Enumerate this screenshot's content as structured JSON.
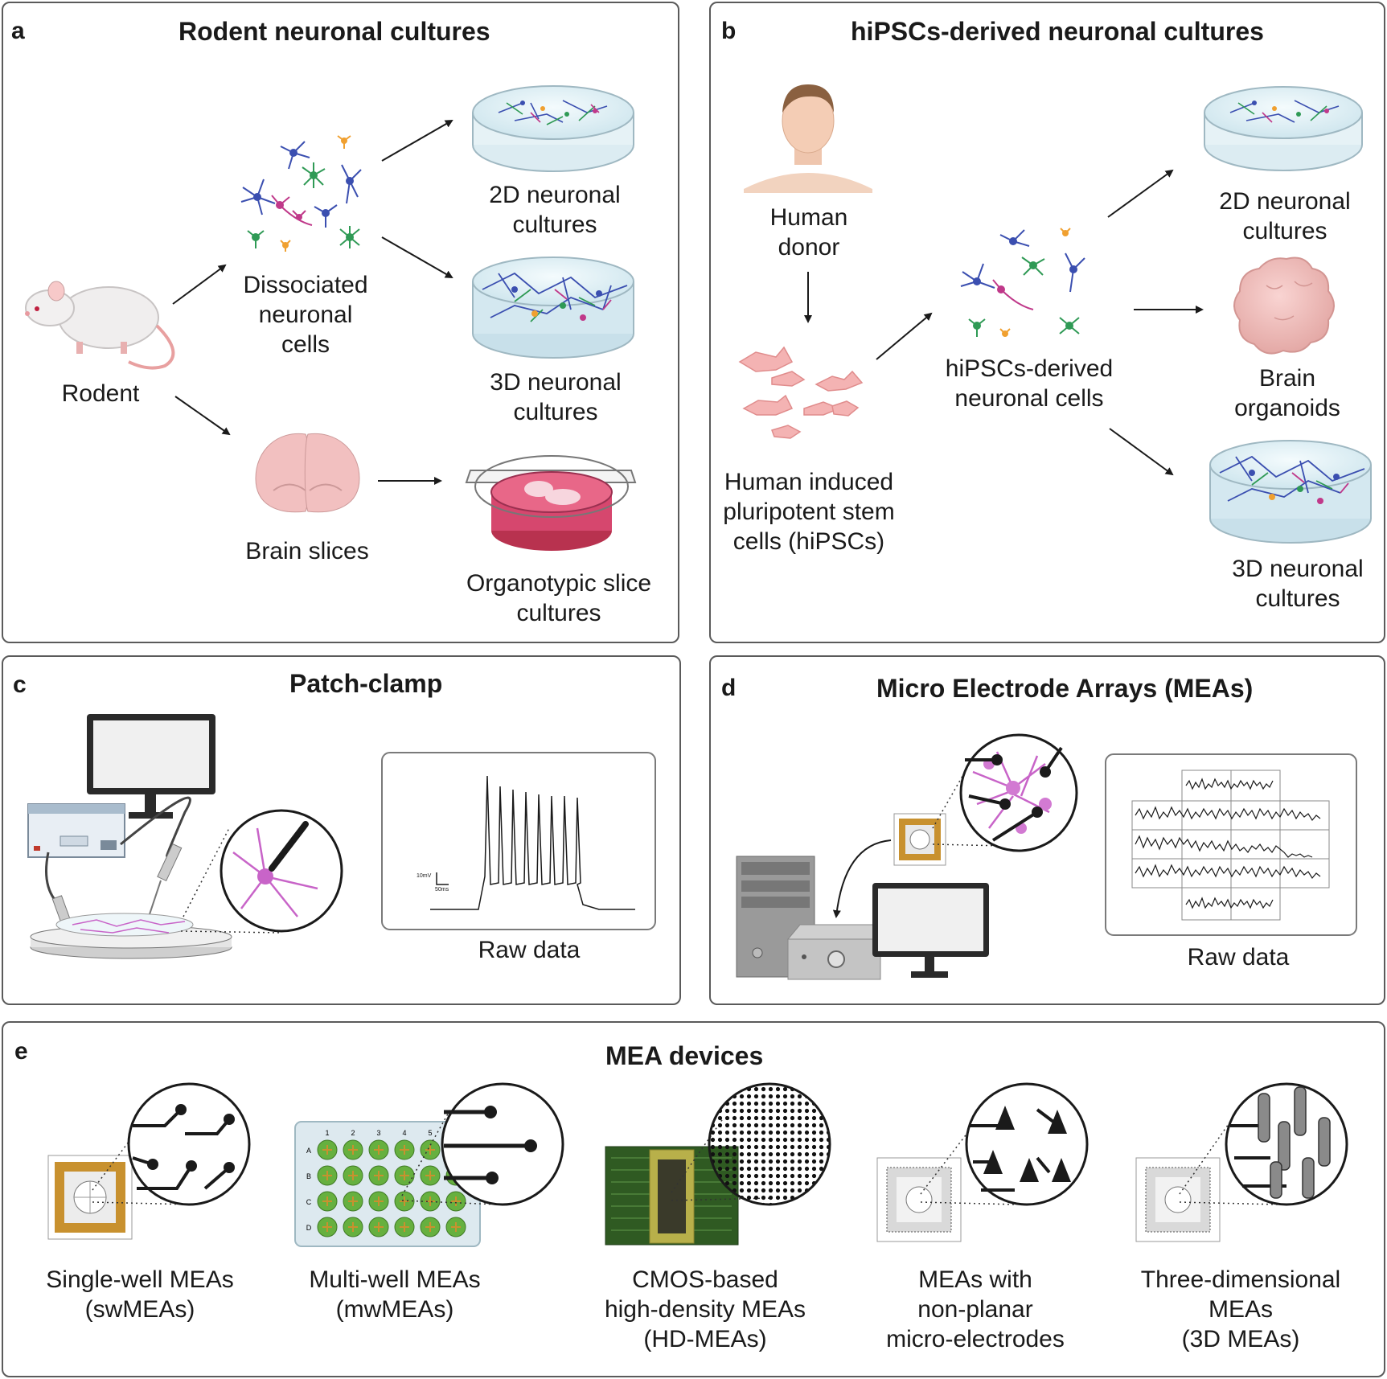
{
  "panel_a": {
    "label": "a",
    "title": "Rodent neuronal cultures",
    "rodent": "Rodent",
    "dissociated": [
      "Dissociated",
      "neuronal",
      "cells"
    ],
    "cultures_2d": [
      "2D neuronal",
      "cultures"
    ],
    "cultures_3d": [
      "3D neuronal",
      "cultures"
    ],
    "brain_slices": "Brain slices",
    "organotypic": [
      "Organotypic slice",
      "cultures"
    ]
  },
  "panel_b": {
    "label": "b",
    "title": "hiPSCs-derived neuronal cultures",
    "donor": [
      "Human",
      "donor"
    ],
    "hipscs": [
      "Human induced",
      "pluripotent stem",
      "cells (hiPSCs)"
    ],
    "derived": [
      "hiPSCs-derived",
      "neuronal cells"
    ],
    "cultures_2d": [
      "2D neuronal",
      "cultures"
    ],
    "organoids": [
      "Brain",
      "organoids"
    ],
    "cultures_3d": [
      "3D neuronal",
      "cultures"
    ]
  },
  "panel_c": {
    "label": "c",
    "title": "Patch-clamp",
    "raw_data": "Raw data",
    "scale_v": "10mV",
    "scale_t": "50ms"
  },
  "panel_d": {
    "label": "d",
    "title": "Micro Electrode Arrays (MEAs)",
    "raw_data": "Raw data"
  },
  "panel_e": {
    "label": "e",
    "title": "MEA devices",
    "devices": [
      {
        "lines": [
          "Single-well MEAs",
          "(swMEAs)"
        ]
      },
      {
        "lines": [
          "Multi-well MEAs",
          "(mwMEAs)"
        ]
      },
      {
        "lines": [
          "CMOS-based",
          "high-density MEAs",
          "(HD-MEAs)"
        ]
      },
      {
        "lines": [
          "MEAs with",
          "non-planar",
          "micro-electrodes"
        ]
      },
      {
        "lines": [
          "Three-dimensional",
          "MEAs",
          "(3D MEAs)"
        ]
      }
    ],
    "plate_cols": [
      "1",
      "2",
      "3",
      "4",
      "5"
    ],
    "plate_rows": [
      "A",
      "B",
      "C",
      "D"
    ]
  },
  "colors": {
    "border": "#5a5a5a",
    "neuron_blue": "#3b4fb0",
    "neuron_green": "#2f9a55",
    "neuron_pink": "#c0398a",
    "neuron_orange": "#f0a030",
    "cell_pink": "#f4b3b3",
    "organotypic_medium": "#d6476e",
    "mea_gold": "#c8912f",
    "well_green": "#66b03f",
    "cmos_green": "#2f5a22"
  }
}
